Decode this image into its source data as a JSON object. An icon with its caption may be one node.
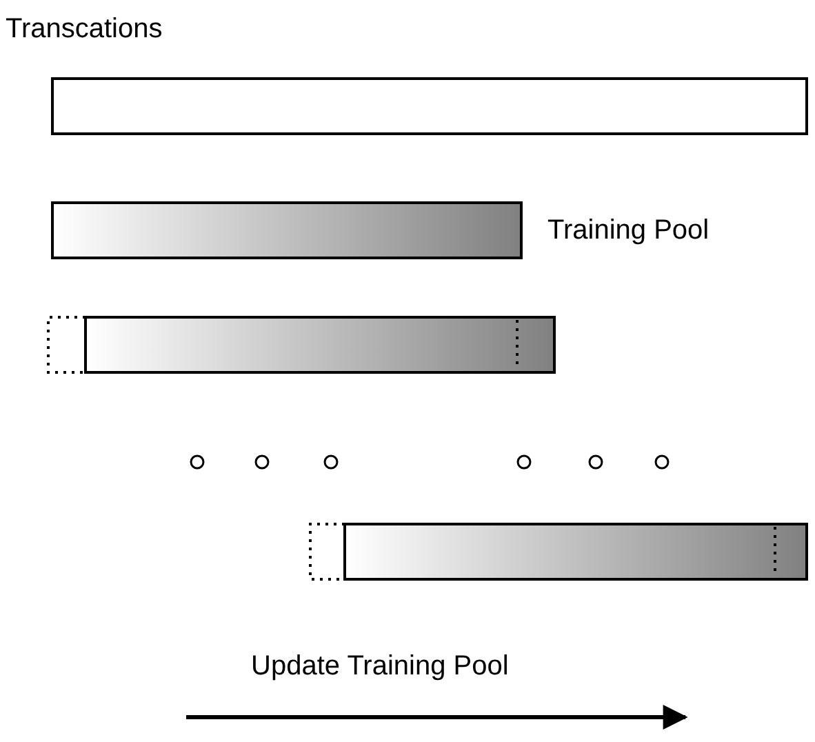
{
  "diagram": {
    "nodes": [
      {
        "text": [],
        "shape": "bar"
      },
      {
        "text": [],
        "shape": "bar",
        "beside": [
          "Training Pool"
        ]
      },
      {
        "text": [],
        "shape": "bar"
      },
      {
        "text": [],
        "shape": "bar"
      }
    ],
    "labels": [
      "Transcations",
      "Update Training Pool"
    ]
  }
}
